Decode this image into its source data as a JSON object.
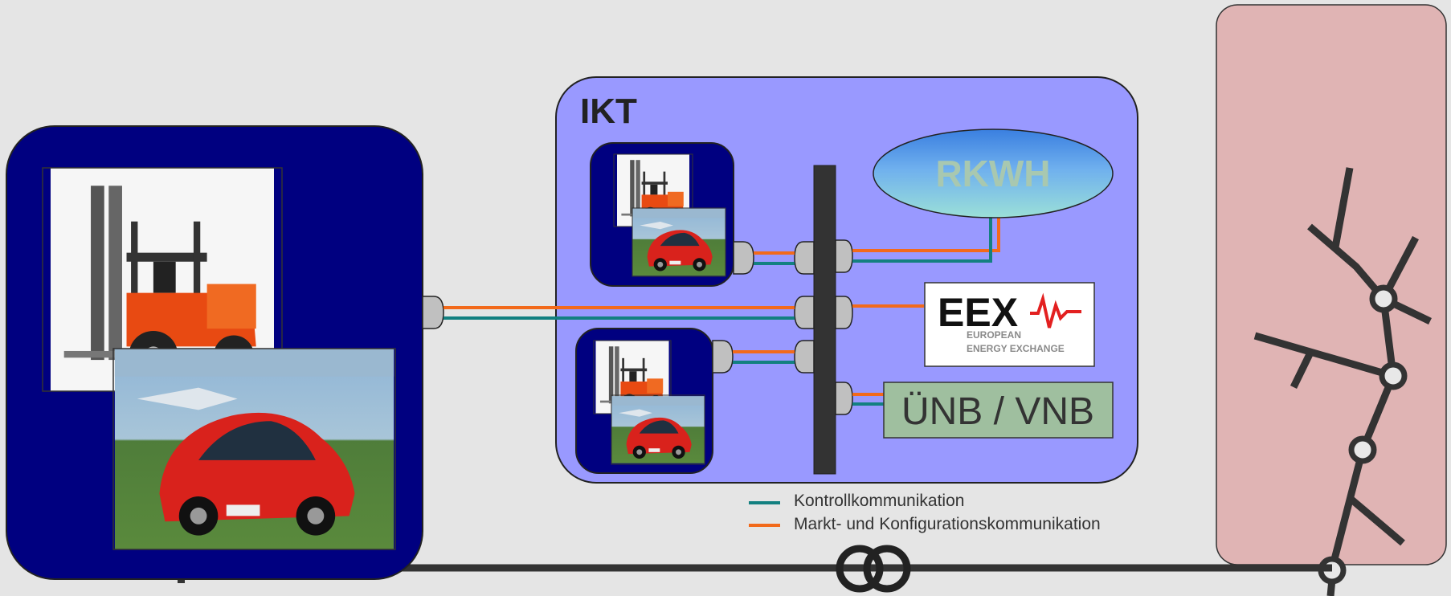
{
  "ikt_box": {
    "title": "IKT"
  },
  "rkwh": {
    "label": "RKWH"
  },
  "eex": {
    "logo_text": "EEX",
    "line1": "EUROPEAN",
    "line2": "ENERGY EXCHANGE"
  },
  "uenb": {
    "label": "ÜNB / VNB"
  },
  "legend": {
    "items": [
      {
        "label": "Kontrollkommunikation",
        "color": "#138080"
      },
      {
        "label": "Markt- und Konfigurationskommunikation",
        "color": "#f26a1b"
      }
    ]
  },
  "colors": {
    "background": "#e5e5e5",
    "vehicle_box": "#000080",
    "ikt_box": "#9999ff",
    "grid_box": "#e0b4b4",
    "orange_line": "#f26a1b",
    "teal_line": "#138080",
    "uenb_box": "#9fbf9f"
  },
  "icons": [
    "forklift-photo",
    "electric-car-photo",
    "transformer-icon",
    "power-grid-icon"
  ]
}
